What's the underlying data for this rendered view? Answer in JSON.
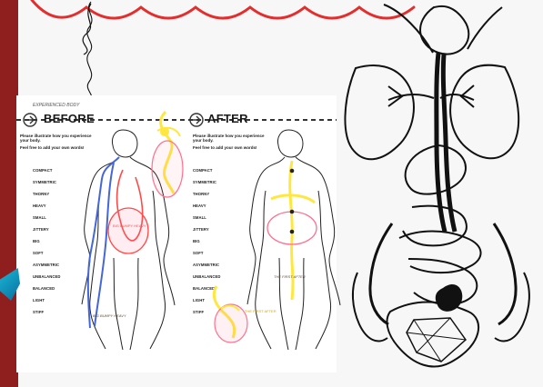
{
  "document": {
    "experienced_body": "EXPERIENCED BODY",
    "before": "BEFORE",
    "after": "AFTER",
    "prompt_line1": "Please illustrate how you experience",
    "prompt_line2": "your body.",
    "feel_free": "Feel free to add your own words!",
    "words": [
      "COMPACT",
      "SYMMETRIC",
      "THORNY",
      "HEAVY",
      "SMALL",
      "JITTERY",
      "BIG",
      "SOFT",
      "ASYMMETRIC",
      "UNBALANCED",
      "BALANCED",
      "LIGHT",
      "STIFF"
    ],
    "annotation_before_belly": "BIG BUMPY HEAVY",
    "annotation_after": "THE FIRST AFTER"
  },
  "colors": {
    "red_wave": "#e42d2d",
    "sidebar": "#8f1f1f",
    "cyan_edge": "#18b8d8",
    "ink": "#1b1b1b",
    "yellow": "#ffe742",
    "pink": "#ff6f8d",
    "blue": "#4467d8",
    "red_ink": "#ff4a4a"
  }
}
